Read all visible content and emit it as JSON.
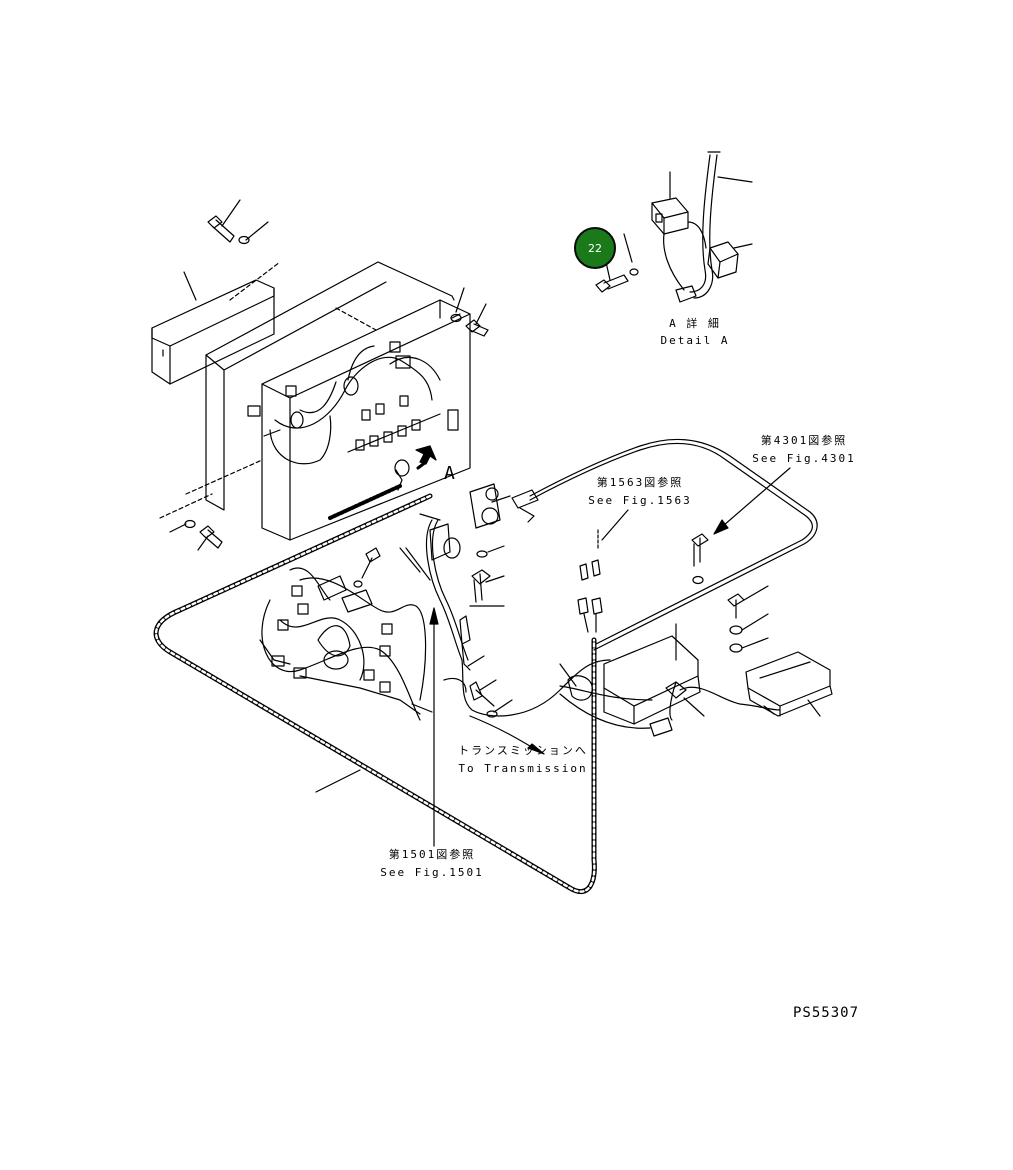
{
  "detail": {
    "jp": "A 詳 細",
    "en": "Detail A"
  },
  "view_marker": "A",
  "callout_badge": {
    "number": "22",
    "color": "#1a7a1a"
  },
  "refs": {
    "fig4301": {
      "jp": "第4301図参照",
      "en": "See Fig.4301"
    },
    "fig1563": {
      "jp": "第1563図参照",
      "en": "See Fig.1563"
    },
    "fig1501": {
      "jp": "第1501図参照",
      "en": "See Fig.1501"
    },
    "transmission": {
      "jp": "トランスミッションへ",
      "en": "To Transmission"
    }
  },
  "drawing_code": "PS55307"
}
